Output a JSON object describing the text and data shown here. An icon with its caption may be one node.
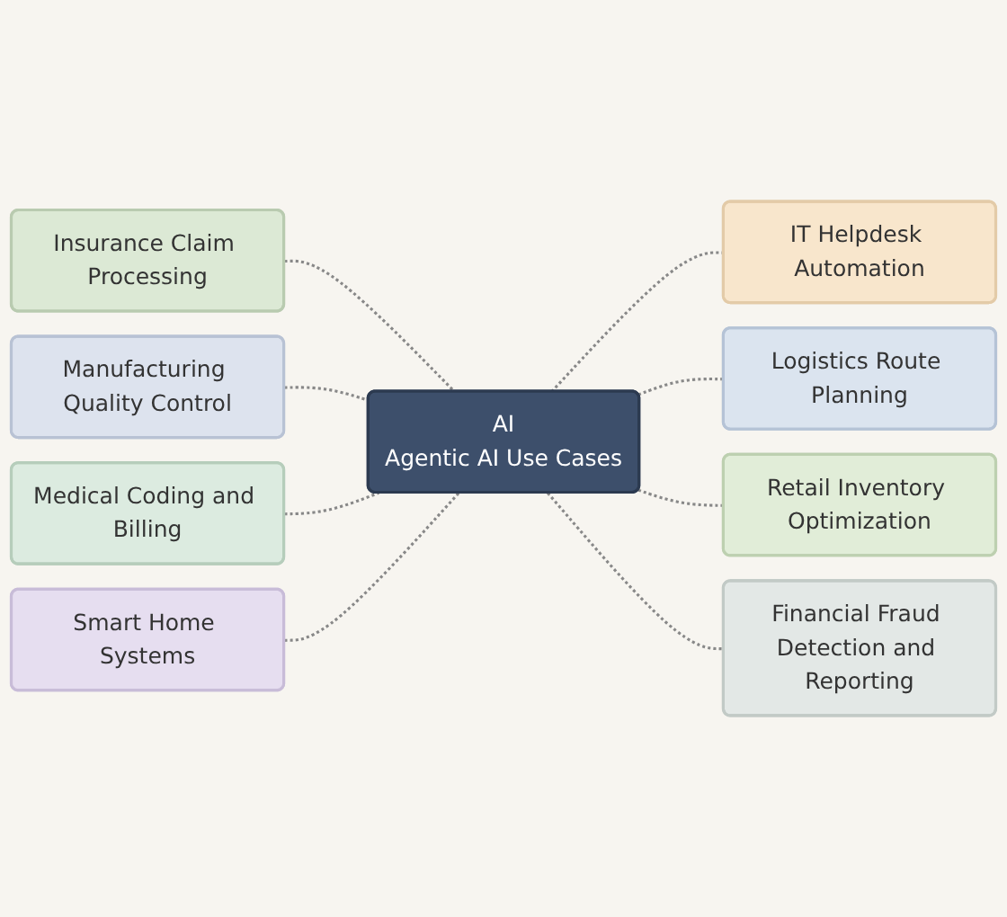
{
  "diagram": {
    "nodes": [
      {
        "text": [
          "Insurance Claim Processing"
        ]
      },
      {
        "text": [
          "Manufacturing Quality Control"
        ]
      },
      {
        "text": [
          "IT Helpdesk Automation"
        ]
      },
      {
        "text": [
          "Medical Coding and Billing"
        ]
      },
      {
        "text": [
          "AI",
          "Agentic AI Use Cases"
        ]
      },
      {
        "text": [
          "Logistics Route Planning"
        ]
      },
      {
        "text": [
          "Smart Home Systems"
        ]
      },
      {
        "text": [
          "Retail Inventory Optimization"
        ]
      },
      {
        "text": [
          "Financial Fraud Detection and Reporting"
        ]
      }
    ],
    "edges": [
      {
        "from": 0,
        "to": 4,
        "arrow": "none",
        "style": "dashed"
      },
      {
        "from": 1,
        "to": 4,
        "arrow": "none",
        "style": "dashed"
      },
      {
        "from": 4,
        "to": 2,
        "arrow": "none",
        "style": "dashed"
      },
      {
        "from": 3,
        "to": 4,
        "arrow": "none",
        "style": "dashed"
      },
      {
        "from": 4,
        "to": 5,
        "arrow": "none",
        "style": "dashed"
      },
      {
        "from": 6,
        "to": 4,
        "arrow": "none",
        "style": "dashed"
      },
      {
        "from": 4,
        "to": 7,
        "arrow": "none",
        "style": "dashed"
      },
      {
        "from": 4,
        "to": 8,
        "arrow": "none",
        "style": "dashed"
      }
    ]
  }
}
